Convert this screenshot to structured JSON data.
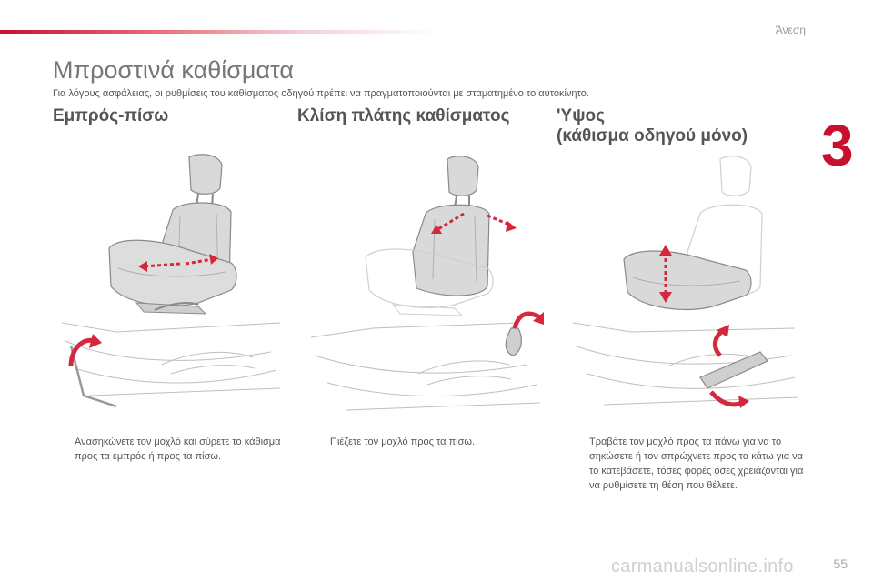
{
  "header": {
    "section": "Άνεση",
    "chapter": "3"
  },
  "page": {
    "title": "Μπροστινά καθίσματα",
    "intro": "Για λόγους ασφάλειας, οι ρυθμίσεις του καθίσματος οδηγού πρέπει να πραγματοποιούνται με σταματημένο το αυτοκίνητο.",
    "number": "55"
  },
  "columns": [
    {
      "title_lines": [
        "Εμπρός-πίσω"
      ],
      "bullet": "",
      "text": "Ανασηκώνετε τον μοχλό και σύρετε το κάθισμα προς τα εμπρός ή προς τα πίσω."
    },
    {
      "title_lines": [
        "Κλίση πλάτης καθίσματος"
      ],
      "bullet": "",
      "text": "Πιέζετε τον μοχλό προς τα πίσω."
    },
    {
      "title_lines": [
        "'Υψος",
        "(κάθισμα οδηγού μόνο)"
      ],
      "bullet": "",
      "text": "Τραβάτε τον μοχλό προς τα πάνω για να το σηκώσετε ή τον σπρώχνετε προς τα κάτω για να το κατεβάσετε, τόσες φορές όσες χρειάζονται για να ρυθμίσετε τη θέση που θέλετε."
    }
  ],
  "footer": {
    "watermark": "carmanualsonline.info"
  },
  "colors": {
    "accent": "#c8102e",
    "arrow": "#d5283c",
    "line": "#bfbfbf",
    "seat_fill": "#d9d9d9"
  }
}
